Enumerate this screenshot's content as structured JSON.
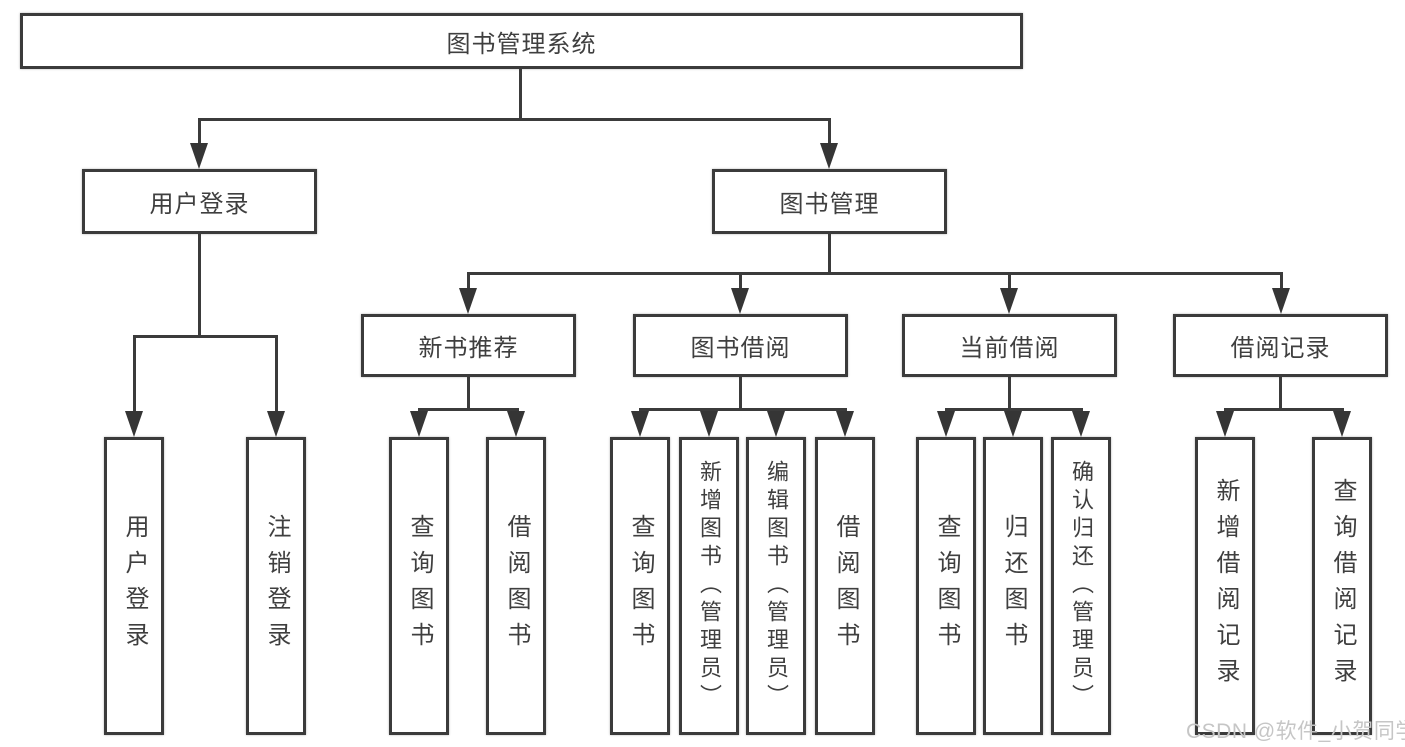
{
  "tree": {
    "root": {
      "label": "图书管理系统",
      "children": [
        {
          "label": "用户登录",
          "children": [
            {
              "label": "用户登录"
            },
            {
              "label": "注销登录"
            }
          ]
        },
        {
          "label": "图书管理",
          "children": [
            {
              "label": "新书推荐",
              "children": [
                {
                  "label": "查询图书"
                },
                {
                  "label": "借阅图书"
                }
              ]
            },
            {
              "label": "图书借阅",
              "children": [
                {
                  "label": "查询图书"
                },
                {
                  "label": "新增图书（管理员）"
                },
                {
                  "label": "编辑图书（管理员）"
                },
                {
                  "label": "借阅图书"
                }
              ]
            },
            {
              "label": "当前借阅",
              "children": [
                {
                  "label": "查询图书"
                },
                {
                  "label": "归还图书"
                },
                {
                  "label": "确认归还（管理员）"
                }
              ]
            },
            {
              "label": "借阅记录",
              "children": [
                {
                  "label": "新增借阅记录"
                },
                {
                  "label": "查询借阅记录"
                }
              ]
            }
          ]
        }
      ]
    }
  },
  "watermark": {
    "text": "CSDN @软件_小贺同学"
  },
  "colors": {
    "line": "#3b3b3b",
    "text": "#3f3f3f",
    "watermark": "#c6c6c6",
    "background": "#ffffff"
  }
}
